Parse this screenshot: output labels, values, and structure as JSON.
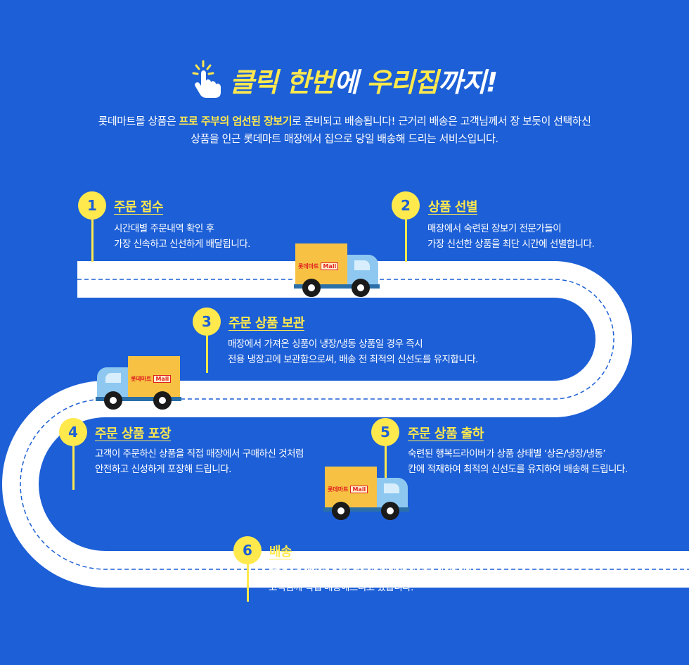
{
  "headline": {
    "icon": "pointing-hand-icon",
    "part1": "클릭 한번",
    "part2": "에 ",
    "part3": "우리집",
    "part4": "까지!"
  },
  "intro": {
    "line1_a": "롯데마트몰 상품은 ",
    "line1_hl": "프로 주부의 엄선된 장보기",
    "line1_b": "로 준비되고 배송됩니다! 근거리 배송은 고객님께서 장 보듯이 선택하신",
    "line2": "상품을 인근 롯데마트 매장에서 집으로 당일 배송해 드리는 서비스입니다."
  },
  "truck": {
    "logo_text": "롯데마트",
    "logo_badge": "Mall"
  },
  "steps": [
    {
      "num": "1",
      "title": "주문 접수",
      "desc1": "시간대별 주문내역 확인 후",
      "desc2": "가장 신속하고 신선하게 배달됩니다."
    },
    {
      "num": "2",
      "title": "상품 선별",
      "desc1": "매장에서 숙련된 장보기 전문가들이",
      "desc2": "가장 신선한 상품을 최단 시간에 선별합니다."
    },
    {
      "num": "3",
      "title": "주문 상품 보관",
      "desc1": "매장에서 가져온 싱품이 냉장/냉동 상품일 경우 즉시",
      "desc2": "전용 냉장고에 보관함으로써, 배송 전 최적의 신선도를 유지합니다."
    },
    {
      "num": "4",
      "title": "주문 상품 포장",
      "desc1": "고객이 주문하신 상품을 직접 매장에서 구매하신 것처럼",
      "desc2": "안전하고 신성하게 포장해 드립니다."
    },
    {
      "num": "5",
      "title": "주문 상품 출하",
      "desc1": "숙련된 행복드라이버가 상품 상태별 ‘상온/냉장/냉동’",
      "desc2": "칸에 적재하여 최적의 신선도를 유지하여 배송해 드립니다."
    },
    {
      "num": "6",
      "title": "배송",
      "desc1": "컴퓨터로 계산된 최적 루트에 따라 원하시는 시간 안에",
      "desc2": "고객님께 직접 배송해드리고 있습니다."
    }
  ],
  "colors": {
    "background": "#1d5fd6",
    "accent": "#ffe94d",
    "road": "#ffffff",
    "truck_box": "#f7c244",
    "truck_cab": "#8ec8f0"
  }
}
